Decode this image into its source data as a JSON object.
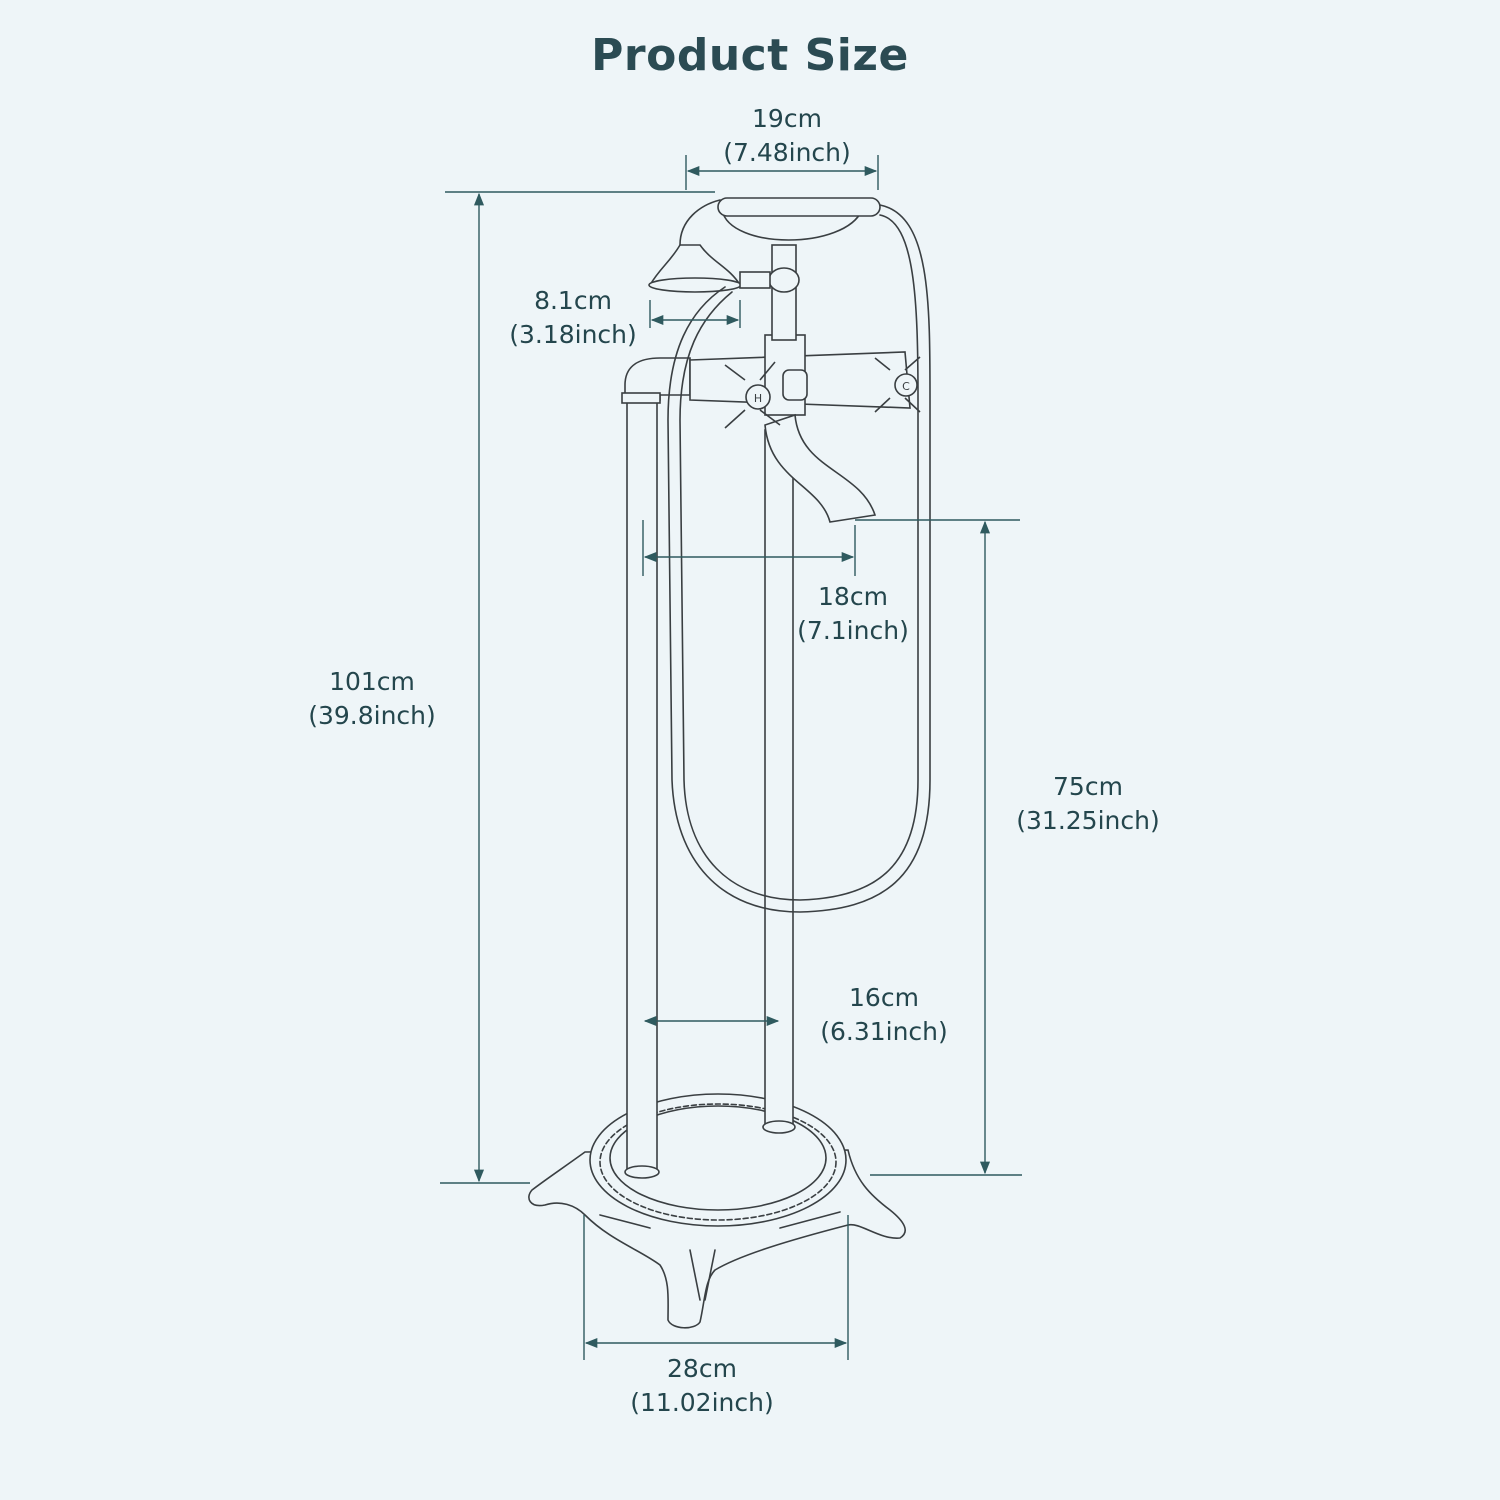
{
  "title": "Product Size",
  "dimensions": {
    "top_width": {
      "metric": "19cm",
      "imperial": "(7.48inch)"
    },
    "shower_head": {
      "metric": "8.1cm",
      "imperial": "(3.18inch)"
    },
    "total_height": {
      "metric": "101cm",
      "imperial": "(39.8inch)"
    },
    "spout_reach": {
      "metric": "18cm",
      "imperial": "(7.1inch)"
    },
    "spout_height": {
      "metric": "75cm",
      "imperial": "(31.25inch)"
    },
    "pipe_spacing": {
      "metric": "16cm",
      "imperial": "(6.31inch)"
    },
    "base_width": {
      "metric": "28cm",
      "imperial": "(11.02inch)"
    }
  },
  "handle_marks": {
    "hot": "H",
    "cold": "C"
  },
  "colors": {
    "background": "#eef5f8",
    "text": "#24464d",
    "dimension_line": "#2f5a5f",
    "line_art": "#3a3f42"
  }
}
